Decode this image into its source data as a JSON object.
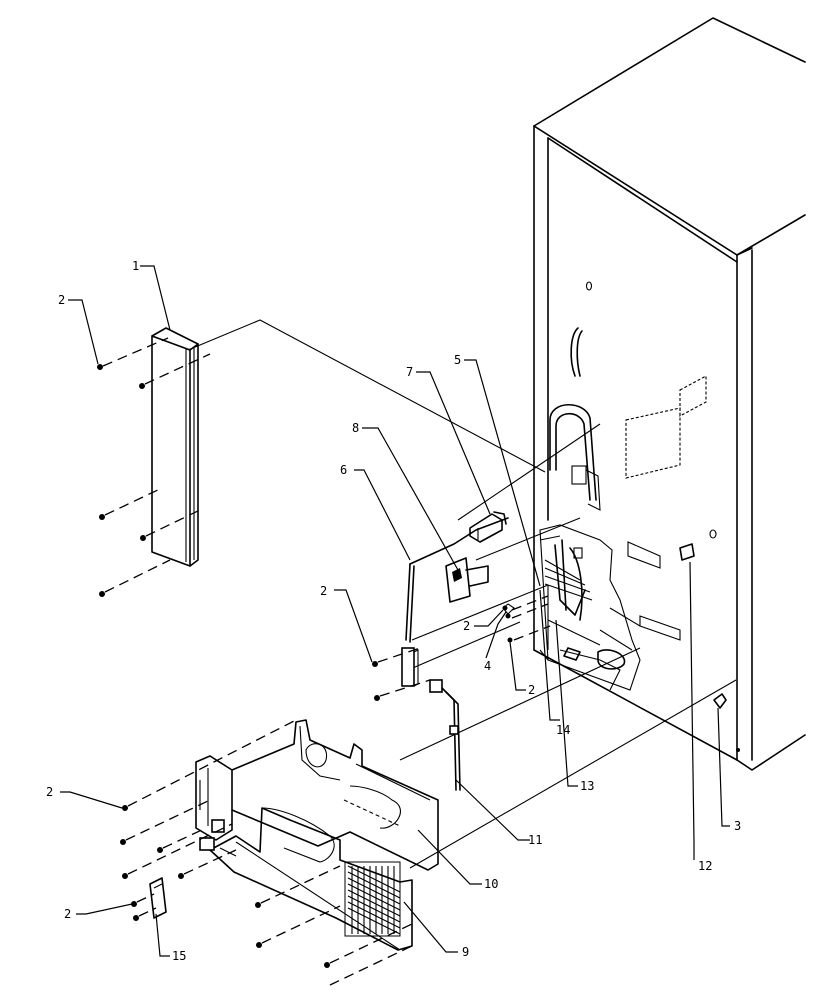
{
  "diagram": {
    "type": "exploded-parts-view",
    "callouts": [
      "1",
      "2",
      "2",
      "2",
      "2",
      "2",
      "2",
      "3",
      "4",
      "5",
      "6",
      "7",
      "8",
      "9",
      "10",
      "11",
      "12",
      "13",
      "14",
      "15"
    ]
  }
}
